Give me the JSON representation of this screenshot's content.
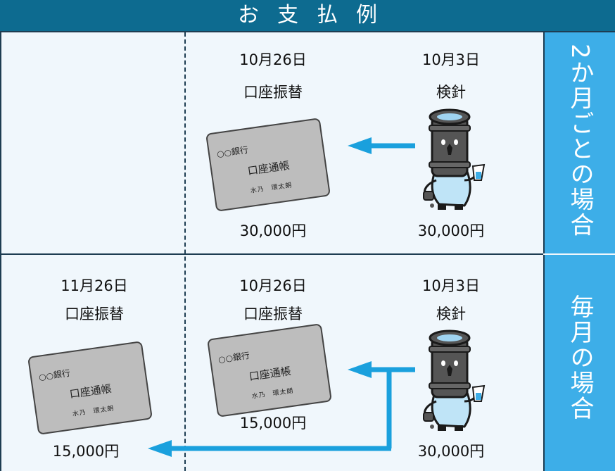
{
  "title": "お支払例",
  "colors": {
    "header": "#0d6b90",
    "side": "#3daee8",
    "arrow": "#1aa0dd",
    "line": "#1e3d52"
  },
  "rows": [
    {
      "side_label": "2か月ごとの場合",
      "reading": {
        "date": "10月3日",
        "label": "検針",
        "amount": "30,000円"
      },
      "payments": [
        {
          "date": "10月26日",
          "label": "口座振替",
          "amount": "30,000円"
        }
      ]
    },
    {
      "side_label": "毎月の場合",
      "reading": {
        "date": "10月3日",
        "label": "検針",
        "amount": "30,000円"
      },
      "payments": [
        {
          "date": "10月26日",
          "label": "口座振替",
          "amount": "15,000円"
        },
        {
          "date": "11月26日",
          "label": "口座振替",
          "amount": "15,000円"
        }
      ]
    }
  ],
  "passbook": {
    "bank": "○○銀行",
    "title": "口座通帳",
    "owner": "水乃　環太朗"
  },
  "icons": [
    "water-meter-mascot-icon",
    "arrow-left-icon",
    "bankbook-icon"
  ]
}
